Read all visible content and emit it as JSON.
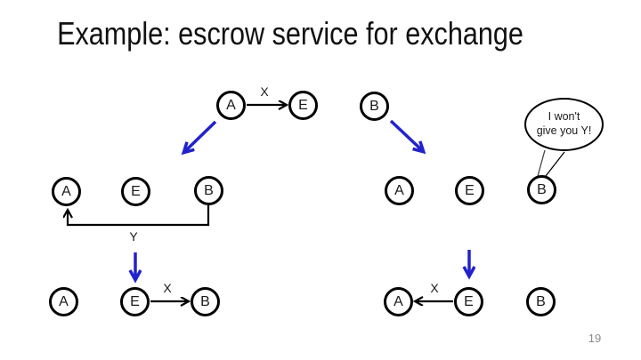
{
  "title": "Example: escrow service for exchange",
  "page_number": "19",
  "colors": {
    "diagram_black": "#000000",
    "arrow_blue": "#2222cc",
    "page_number_gray": "#8a8a8a",
    "background": "#ffffff"
  },
  "diagram": {
    "step1_left": {
      "nodes": [
        "A",
        "E"
      ],
      "transfer_label": "X"
    },
    "step2_left": {
      "nodes": [
        "A",
        "E",
        "B"
      ],
      "return_label": "Y"
    },
    "step3_left": {
      "nodes": [
        "A",
        "E",
        "B"
      ],
      "transfer_label": "X"
    },
    "step1_right": {
      "nodes": [
        "B"
      ]
    },
    "step2_right": {
      "nodes": [
        "A",
        "E",
        "B"
      ],
      "speech_bubble": {
        "line1": "I won't",
        "line2": "give you Y!"
      }
    },
    "step3_right": {
      "nodes": [
        "A",
        "E",
        "B"
      ],
      "transfer_label": "X"
    }
  }
}
